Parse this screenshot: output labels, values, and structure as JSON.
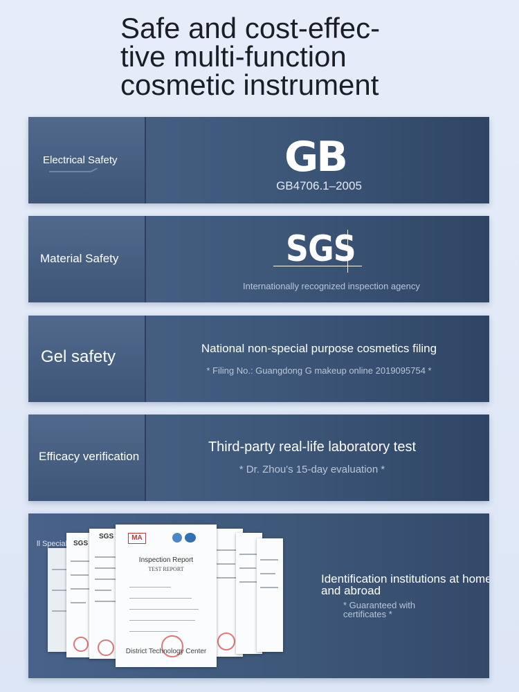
{
  "title": [
    "Safe and cost-effec-",
    "tive multi-function",
    "cosmetic instrument"
  ],
  "panels": {
    "electrical": {
      "label": "Electrical Safety",
      "logo": "GB",
      "code": "GB4706.1–2005"
    },
    "material": {
      "label": "Material Safety",
      "logo": "SGS",
      "sub": "Internationally recognized inspection agency"
    },
    "gel": {
      "label": "Gel safety",
      "main": "National non-special purpose cosmetics filing",
      "sub": "* Filing No.: Guangdong G makeup online 2019095754 *"
    },
    "efficacy": {
      "label": "Efficacy verification",
      "main": "Third-party real-life laboratory test",
      "sub": "* Dr. Zhou's 15-day evaluation *"
    },
    "institutions": {
      "tag": "ll Special",
      "main": "Identification institutions at home and abroad",
      "sub": "* Guaranteed with certificates *",
      "report_title": "Inspection Report",
      "report_sub": "TEST     REPORT",
      "report_footer": "District Technology Center",
      "sgs_mark": "SGS",
      "ma_mark": "MA"
    }
  }
}
